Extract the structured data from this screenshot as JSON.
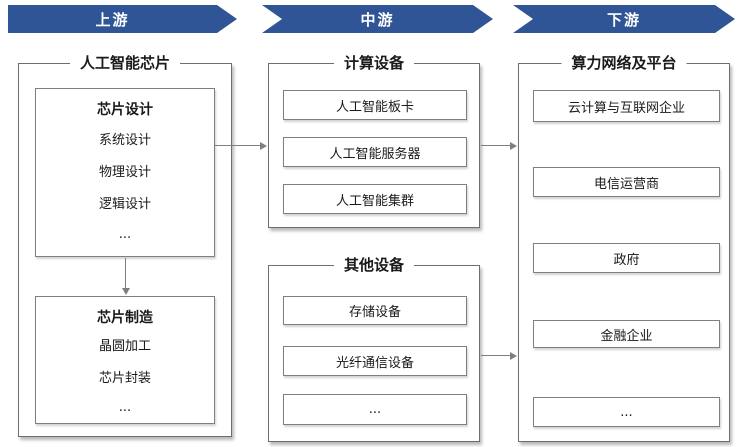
{
  "colors": {
    "banner_blue": "#2F5597",
    "border_gray": "#7F7F7F",
    "text_black": "#1A1A1A",
    "banner_text": "#FFFFFF"
  },
  "banners": {
    "upstream": "上游",
    "midstream": "中游",
    "downstream": "下游"
  },
  "upstream": {
    "group_title": "人工智能芯片",
    "chip_design": {
      "title": "芯片设计",
      "items": [
        "系统设计",
        "物理设计",
        "逻辑设计",
        "..."
      ]
    },
    "chip_manufacturing": {
      "title": "芯片制造",
      "items": [
        "晶圆加工",
        "芯片封装",
        "..."
      ]
    }
  },
  "midstream": {
    "computing_group": {
      "title": "计算设备",
      "items": [
        "人工智能板卡",
        "人工智能服务器",
        "人工智能集群"
      ]
    },
    "other_group": {
      "title": "其他设备",
      "items": [
        "存储设备",
        "光纤通信设备",
        "..."
      ]
    }
  },
  "downstream": {
    "group_title": "算力网络及平台",
    "items": [
      "云计算与互联网企业",
      "电信运营商",
      "政府",
      "金融企业",
      "..."
    ]
  }
}
